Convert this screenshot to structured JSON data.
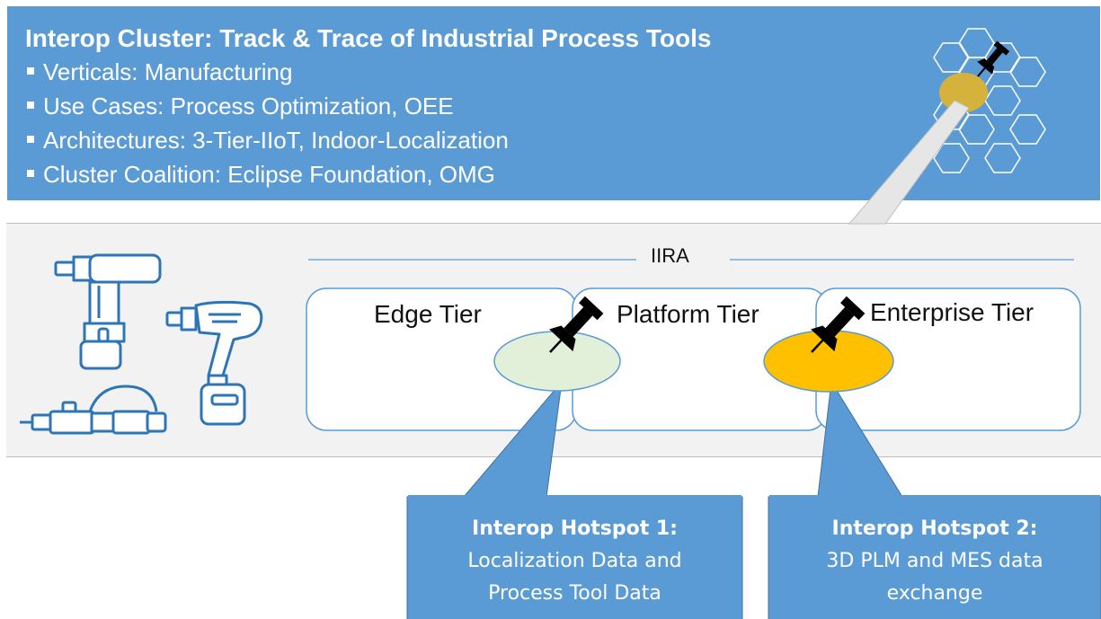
{
  "header": {
    "title": "Interop Cluster: Track & Trace of Industrial Process Tools",
    "bullets": [
      "Verticals: Manufacturing",
      "Use Cases: Process Optimization, OEE",
      "Architectures: 3-Tier-IIoT, Indoor-Localization",
      "Cluster Coalition: Eclipse Foundation, OMG"
    ]
  },
  "diagram": {
    "iira_label": "IIRA",
    "tiers": [
      "Edge Tier",
      "Platform Tier",
      "Enterprise Tier"
    ],
    "hotspots": [
      {
        "title": "Interop Hotspot 1:",
        "line1": "Localization Data and",
        "line2": "Process Tool Data",
        "color": "#e2efd9"
      },
      {
        "title": "Interop Hotspot 2:",
        "line1": "3D PLM and MES data",
        "line2": "exchange",
        "color": "#ffc000"
      }
    ]
  },
  "colors": {
    "header_bg": "#5b9bd5",
    "callout_bg": "#5b9bd5",
    "tool_outline": "#2e75b6",
    "pin": "#000000",
    "hex_highlight": "#d4b23c"
  },
  "icons": [
    "rivet-gun-icon",
    "impact-wrench-icon",
    "cordless-screwdriver-icon",
    "pushpin-icon",
    "hexagon-grid-icon"
  ]
}
